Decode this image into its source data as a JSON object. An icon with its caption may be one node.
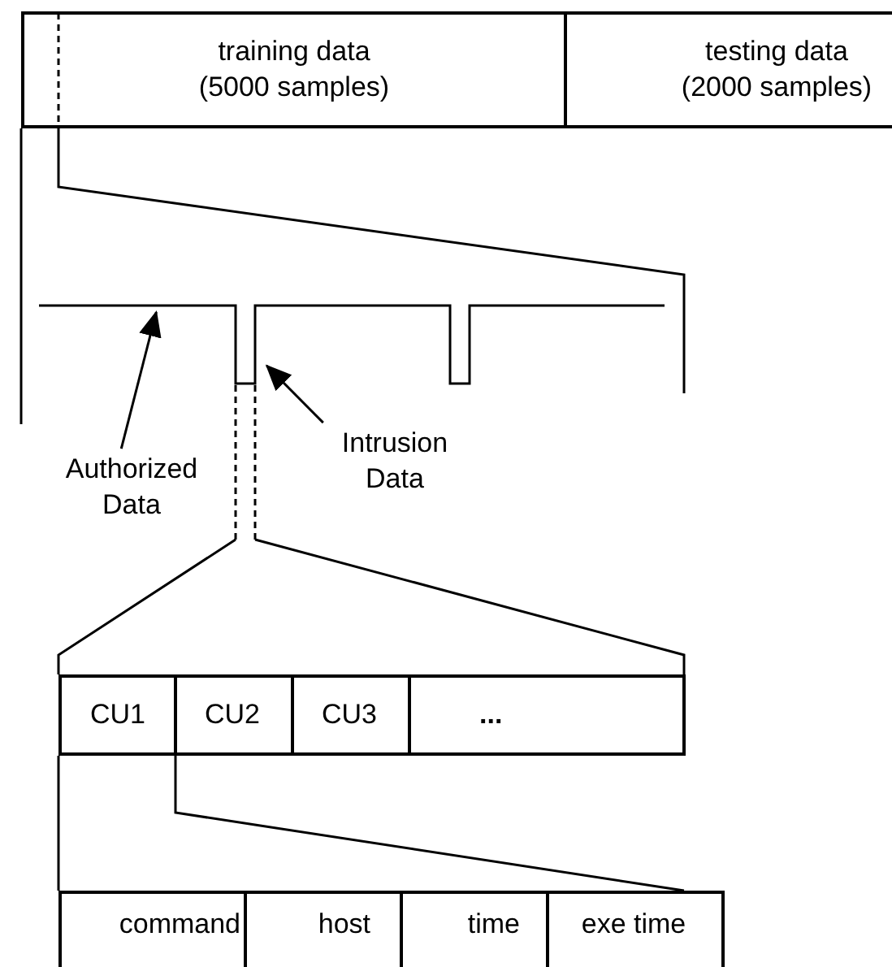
{
  "diagram": {
    "nodes": [
      {
        "text": [
          "training data (5000 samples)"
        ]
      },
      {
        "text": [
          "testing data (2000 samples)"
        ]
      },
      {
        "text": [],
        "shape": "line"
      },
      {
        "text": [
          "Authorized Data"
        ]
      },
      {
        "text": [
          "Intrusion Data"
        ]
      },
      {
        "text": [
          "CU1"
        ]
      },
      {
        "text": [
          "CU2"
        ]
      },
      {
        "text": [
          "CU3"
        ]
      },
      {
        "text": [
          "..."
        ]
      },
      {
        "text": [
          "command"
        ]
      },
      {
        "text": [
          "host"
        ]
      },
      {
        "text": [
          "time"
        ]
      },
      {
        "text": [
          "exe time"
        ]
      }
    ],
    "edges": [
      {
        "from": 3,
        "to": 2,
        "arrow": "to"
      },
      {
        "from": 4,
        "to": 2,
        "arrow": "to"
      }
    ]
  }
}
